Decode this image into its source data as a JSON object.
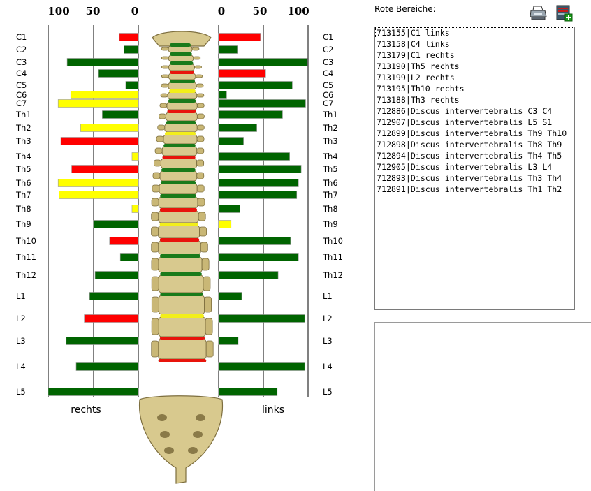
{
  "panel": {
    "title": "Rote Bereiche:",
    "print_icon": "printer-icon",
    "export_icon": "export-icon",
    "items": [
      "713155|C1 links",
      "713158|C4 links",
      "713179|C1 rechts",
      "713190|Th5 rechts",
      "713199|L2 rechts",
      "713195|Th10 rechts",
      "713188|Th3 rechts",
      "712886|Discus intervertebralis C3 C4",
      "712907|Discus intervertebralis L5 S1",
      "712899|Discus intervertebralis Th9 Th10",
      "712898|Discus intervertebralis Th8 Th9",
      "712894|Discus intervertebralis Th4 Th5",
      "712905|Discus intervertebralis L3 L4",
      "712893|Discus intervertebralis Th3 Th4",
      "712891|Discus intervertebralis Th1 Th2"
    ],
    "selected_index": 0
  },
  "colors": {
    "red": "#ff0000",
    "green": "#006400",
    "yellow": "#ffff00",
    "disc_red": "#e8140c",
    "disc_green": "#1a7a1a",
    "disc_yellow": "#f2ee1a",
    "bone": "#d8c98e"
  },
  "chart_data": {
    "type": "bar",
    "orientation": "horizontal",
    "categories": [
      "C1",
      "C2",
      "C3",
      "C4",
      "C5",
      "C6",
      "C7",
      "Th1",
      "Th2",
      "Th3",
      "Th4",
      "Th5",
      "Th6",
      "Th7",
      "Th8",
      "Th9",
      "Th10",
      "Th11",
      "Th12",
      "L1",
      "L2",
      "L3",
      "L4",
      "L5"
    ],
    "left_axis": {
      "label": "rechts",
      "ticks": [
        100,
        50,
        0
      ],
      "range": [
        0,
        100
      ]
    },
    "right_axis": {
      "label": "links",
      "ticks": [
        0,
        50,
        100
      ],
      "range": [
        0,
        100
      ]
    },
    "series": [
      {
        "name": "rechts",
        "values": [
          21,
          16,
          79,
          44,
          14,
          75,
          89,
          40,
          64,
          86,
          7,
          74,
          89,
          88,
          7,
          50,
          32,
          20,
          48,
          54,
          60,
          80,
          69,
          100
        ],
        "colors": [
          "red",
          "green",
          "green",
          "green",
          "green",
          "yellow",
          "yellow",
          "green",
          "yellow",
          "red",
          "yellow",
          "red",
          "yellow",
          "yellow",
          "yellow",
          "green",
          "red",
          "green",
          "green",
          "green",
          "red",
          "green",
          "green",
          "green"
        ]
      },
      {
        "name": "links",
        "values": [
          47,
          21,
          100,
          53,
          83,
          9,
          98,
          72,
          43,
          28,
          80,
          93,
          90,
          88,
          24,
          14,
          81,
          90,
          67,
          26,
          97,
          22,
          97,
          66
        ],
        "colors": [
          "red",
          "green",
          "green",
          "red",
          "green",
          "green",
          "green",
          "green",
          "green",
          "green",
          "green",
          "green",
          "green",
          "green",
          "green",
          "yellow",
          "green",
          "green",
          "green",
          "green",
          "green",
          "green",
          "green",
          "green"
        ]
      }
    ],
    "discs": [
      "green",
      "green",
      "green",
      "red",
      "green",
      "yellow",
      "green",
      "red",
      "green",
      "yellow",
      "green",
      "red",
      "green",
      "green",
      "green",
      "red",
      "yellow",
      "red",
      "green",
      "green",
      "green",
      "yellow",
      "red",
      "green",
      "red"
    ]
  }
}
